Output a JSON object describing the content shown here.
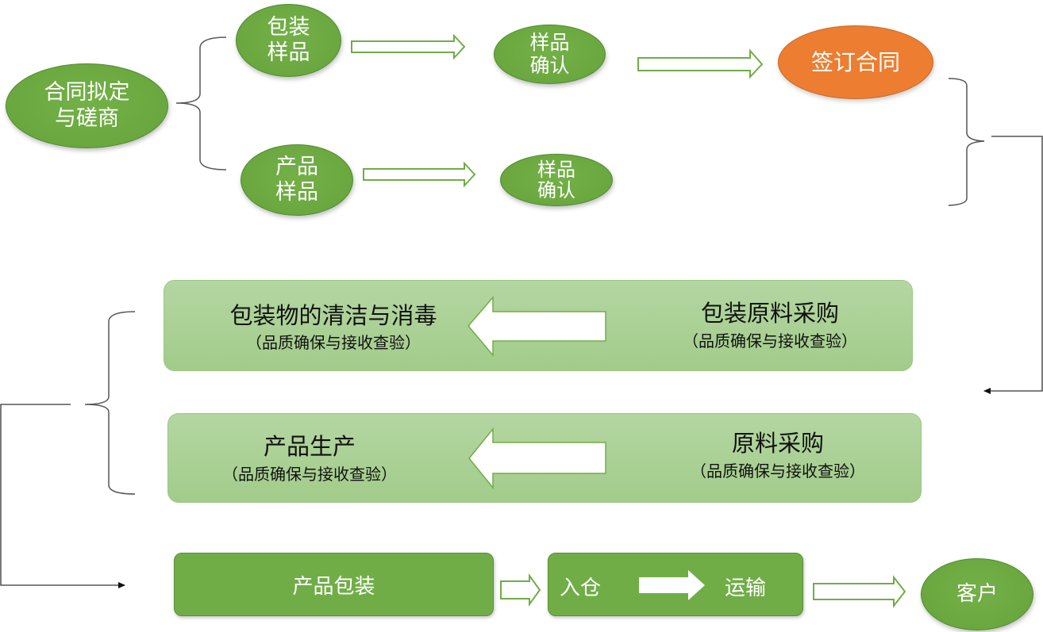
{
  "diagram": {
    "top": {
      "start_node": {
        "line1": "合同拟定",
        "line2": "与磋商"
      },
      "packaging_sample": {
        "line1": "包装",
        "line2": "样品"
      },
      "product_sample": {
        "line1": "产品",
        "line2": "样品"
      },
      "sample_confirm_1": {
        "line1": "样品",
        "line2": "确认"
      },
      "sample_confirm_2": {
        "line1": "样品",
        "line2": "确认"
      },
      "sign_contract": {
        "label": "签订合同"
      }
    },
    "middle": {
      "row1": {
        "left_title": "包装物的清洁与消毒",
        "left_sub": "（品质确保与接收查验）",
        "right_title": "包装原料采购",
        "right_sub": "（品质确保与接收查验）"
      },
      "row2": {
        "left_title": "产品生产",
        "left_sub": "（品质确保与接收查验）",
        "right_title": "原料采购",
        "right_sub": "（品质确保与接收查验）"
      }
    },
    "bottom": {
      "packaging": "产品包装",
      "warehouse": "入仓",
      "transport": "运输",
      "customer": "客户"
    },
    "colors": {
      "green": "#70ad47",
      "orange": "#ed7d31",
      "light_green": "#a9d18e",
      "connector": "#404040"
    }
  }
}
